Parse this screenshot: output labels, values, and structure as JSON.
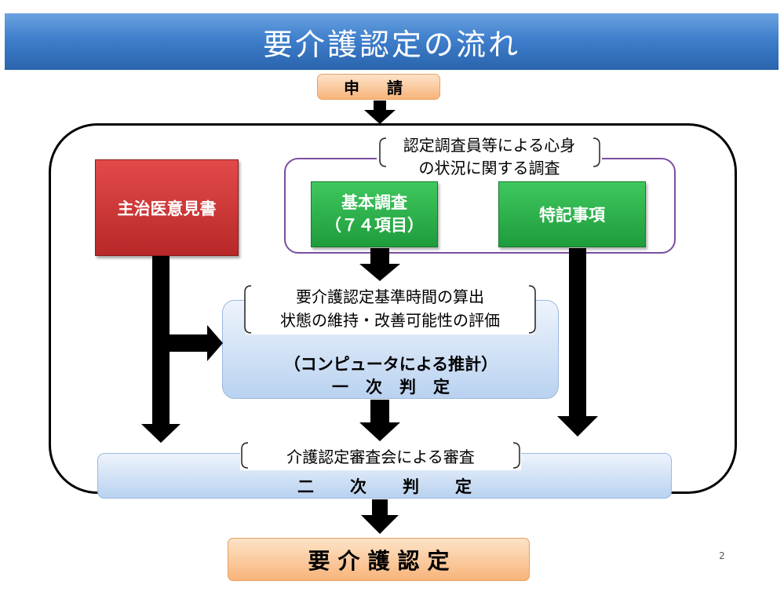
{
  "title": "要介護認定の流れ",
  "application": "申 請",
  "doctor_opinion": "主治医意見書",
  "survey": {
    "label_line1": "認定調査員等による心身",
    "label_line2": "の状況に関する調査",
    "basic_line1": "基本調査",
    "basic_line2": "（７４項目）",
    "special_notes": "特記事項"
  },
  "primary": {
    "calc_line1": "要介護認定基準時間の算出",
    "calc_line2": "状態の維持・改善可能性の評価",
    "method": "（コンピュータによる推計）",
    "label": "一次判定"
  },
  "secondary": {
    "review": "介護認定審査会による審査",
    "label": "二次判定"
  },
  "result": "要介護認定",
  "page_number": "2"
}
